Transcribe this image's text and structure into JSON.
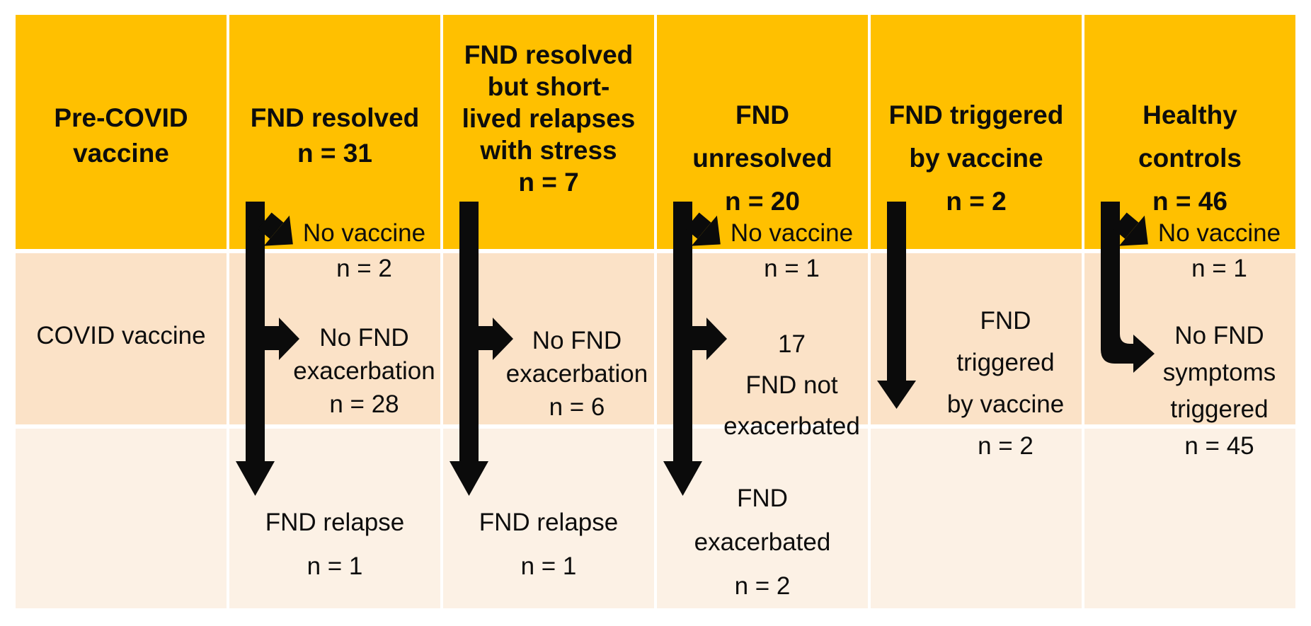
{
  "diagram": {
    "title_semantic": "FND cohort COVID vaccine outcome flow table",
    "colors": {
      "header_bg": "#FFC000",
      "row2_bg": "#FBE2C7",
      "row3_bg": "#FCF1E5",
      "arrow": "#0B0B0B",
      "text": "#0D0D0D",
      "page_bg": "#FFFFFF"
    },
    "row_labels": {
      "row1": "Pre-COVID vaccine status",
      "row2": "COVID vaccine"
    },
    "columns": [
      {
        "id": "pre-covid-vaccine",
        "header": "Pre-COVID\nvaccine",
        "row2": "COVID vaccine"
      },
      {
        "id": "fnd-resolved",
        "header": "FND resolved\nn = 31",
        "branch1": "No vaccine\nn = 2",
        "branch2": "No FND\nexacerbation\nn = 28",
        "bottom": "FND relapse\nn = 1"
      },
      {
        "id": "fnd-resolved-short-lived-relapses",
        "header": "FND resolved\nbut short-\nlived relapses\nwith stress\nn = 7",
        "branch2": "No FND\nexacerbation\nn = 6",
        "bottom": "FND relapse\nn = 1"
      },
      {
        "id": "fnd-unresolved",
        "header": "FND\nunresolved\nn = 20",
        "branch1": "No vaccine\nn = 1",
        "branch2": "17\nFND not\nexacerbated",
        "bottom": "FND\nexacerbated\nn = 2"
      },
      {
        "id": "fnd-triggered-by-vaccine",
        "header": "FND triggered\nby vaccine\nn = 2",
        "row2": "FND\ntriggered\nby vaccine\nn = 2"
      },
      {
        "id": "healthy-controls",
        "header": "Healthy\ncontrols\nn = 46",
        "branch1": "No vaccine\nn = 1",
        "branch2": "No FND\nsymptoms\ntriggered\nn = 45"
      }
    ]
  }
}
